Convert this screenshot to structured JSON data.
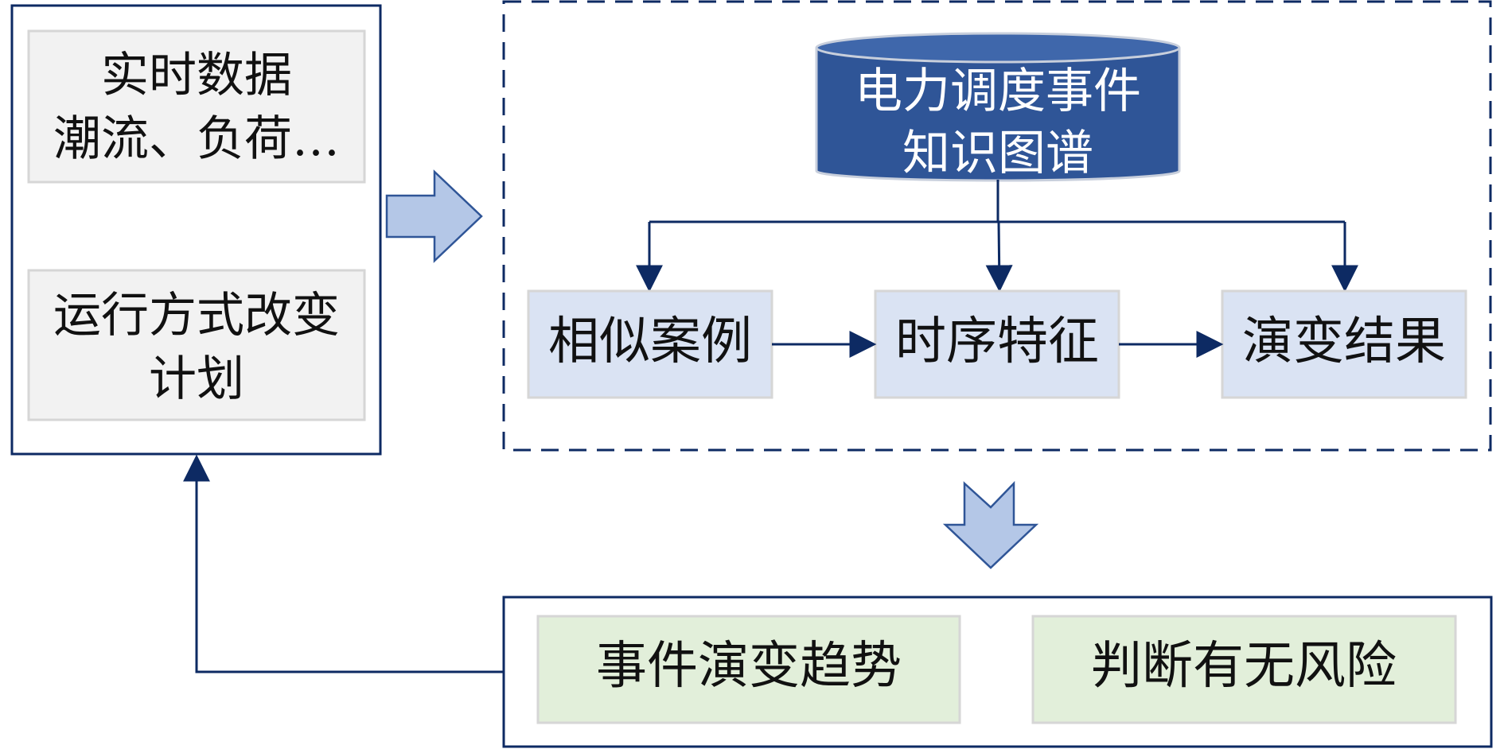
{
  "colors": {
    "navy": "#0d2a63",
    "cylinder_fill": "#2f5597",
    "grey_box": "#f2f2f2",
    "lavender_box": "#dae3f3",
    "green_box": "#e2efda",
    "big_arrow_fill": "#b4c7e7"
  },
  "inputs": {
    "realtime_data": {
      "line1": "实时数据",
      "line2": "潮流、负荷…"
    },
    "operation_plan": {
      "line1": "运行方式改变",
      "line2": "计划"
    }
  },
  "knowledge_graph": {
    "line1": "电力调度事件",
    "line2": "知识图谱"
  },
  "process": {
    "similar_cases": "相似案例",
    "temporal_features": "时序特征",
    "evolution_results": "演变结果"
  },
  "outputs": {
    "event_trend": "事件演变趋势",
    "risk_judgment": "判断有无风险"
  }
}
